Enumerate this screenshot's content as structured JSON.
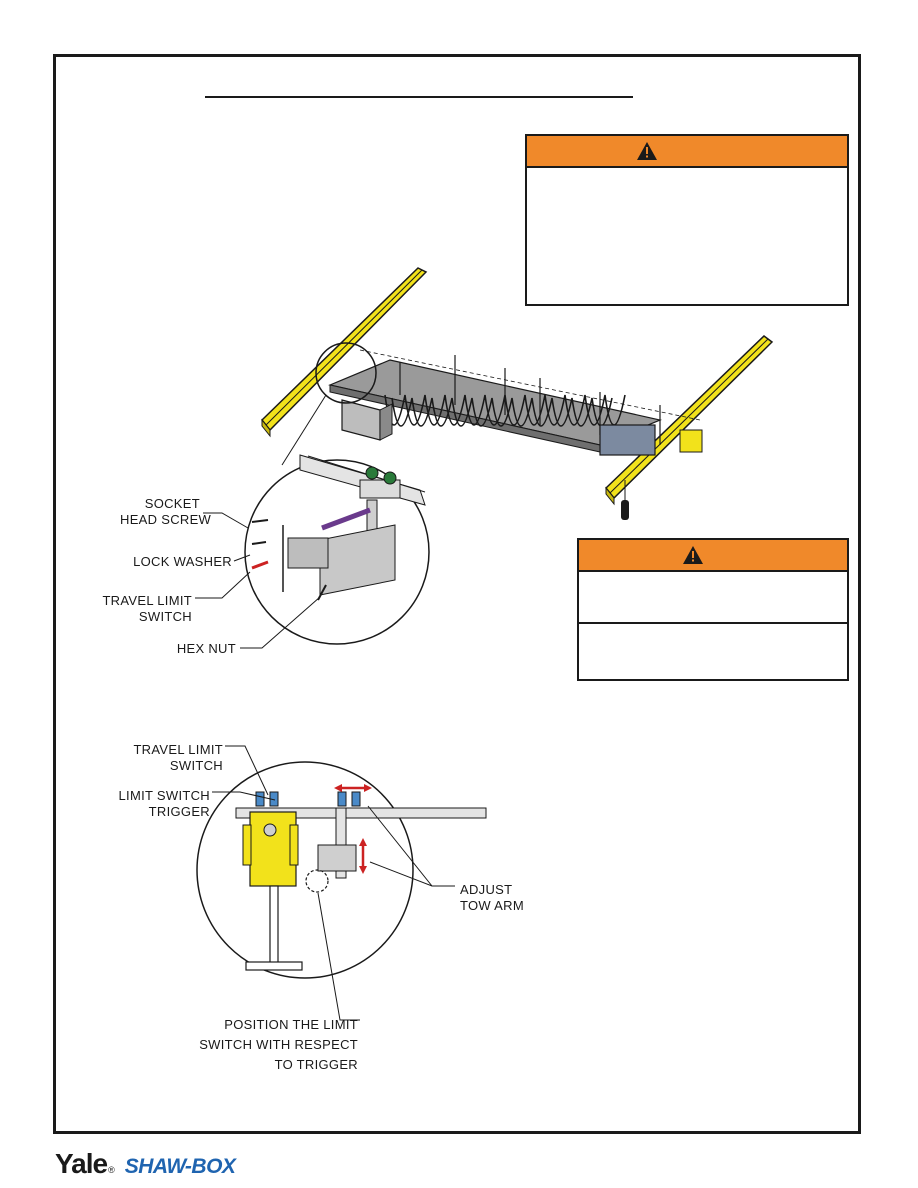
{
  "labels": {
    "socket_head_screw": [
      "SOCKET",
      "HEAD SCREW"
    ],
    "lock_washer": "LOCK WASHER",
    "travel_limit_switch_1": [
      "TRAVEL LIMIT",
      "SWITCH"
    ],
    "hex_nut": "HEX NUT",
    "travel_limit_switch_2": [
      "TRAVEL LIMIT",
      "SWITCH"
    ],
    "limit_switch_trigger": [
      "LIMIT SWITCH",
      "TRIGGER"
    ],
    "adjust_tow_arm": [
      "ADJUST",
      "TOW ARM"
    ],
    "position_note": [
      "POSITION THE LIMIT",
      "SWITCH WITH RESPECT",
      "TO TRIGGER"
    ]
  },
  "warning_icon": "warning-triangle-icon",
  "colors": {
    "warning_header": "#f0892a",
    "rail_yellow": "#f2e21b",
    "brand_blue": "#1f64b0",
    "arrow_red": "#cc2222",
    "purple_cable": "#6a3a8c"
  },
  "footer": {
    "brand": "Yale",
    "registered": "®",
    "brand2": "SHAW-BOX"
  }
}
